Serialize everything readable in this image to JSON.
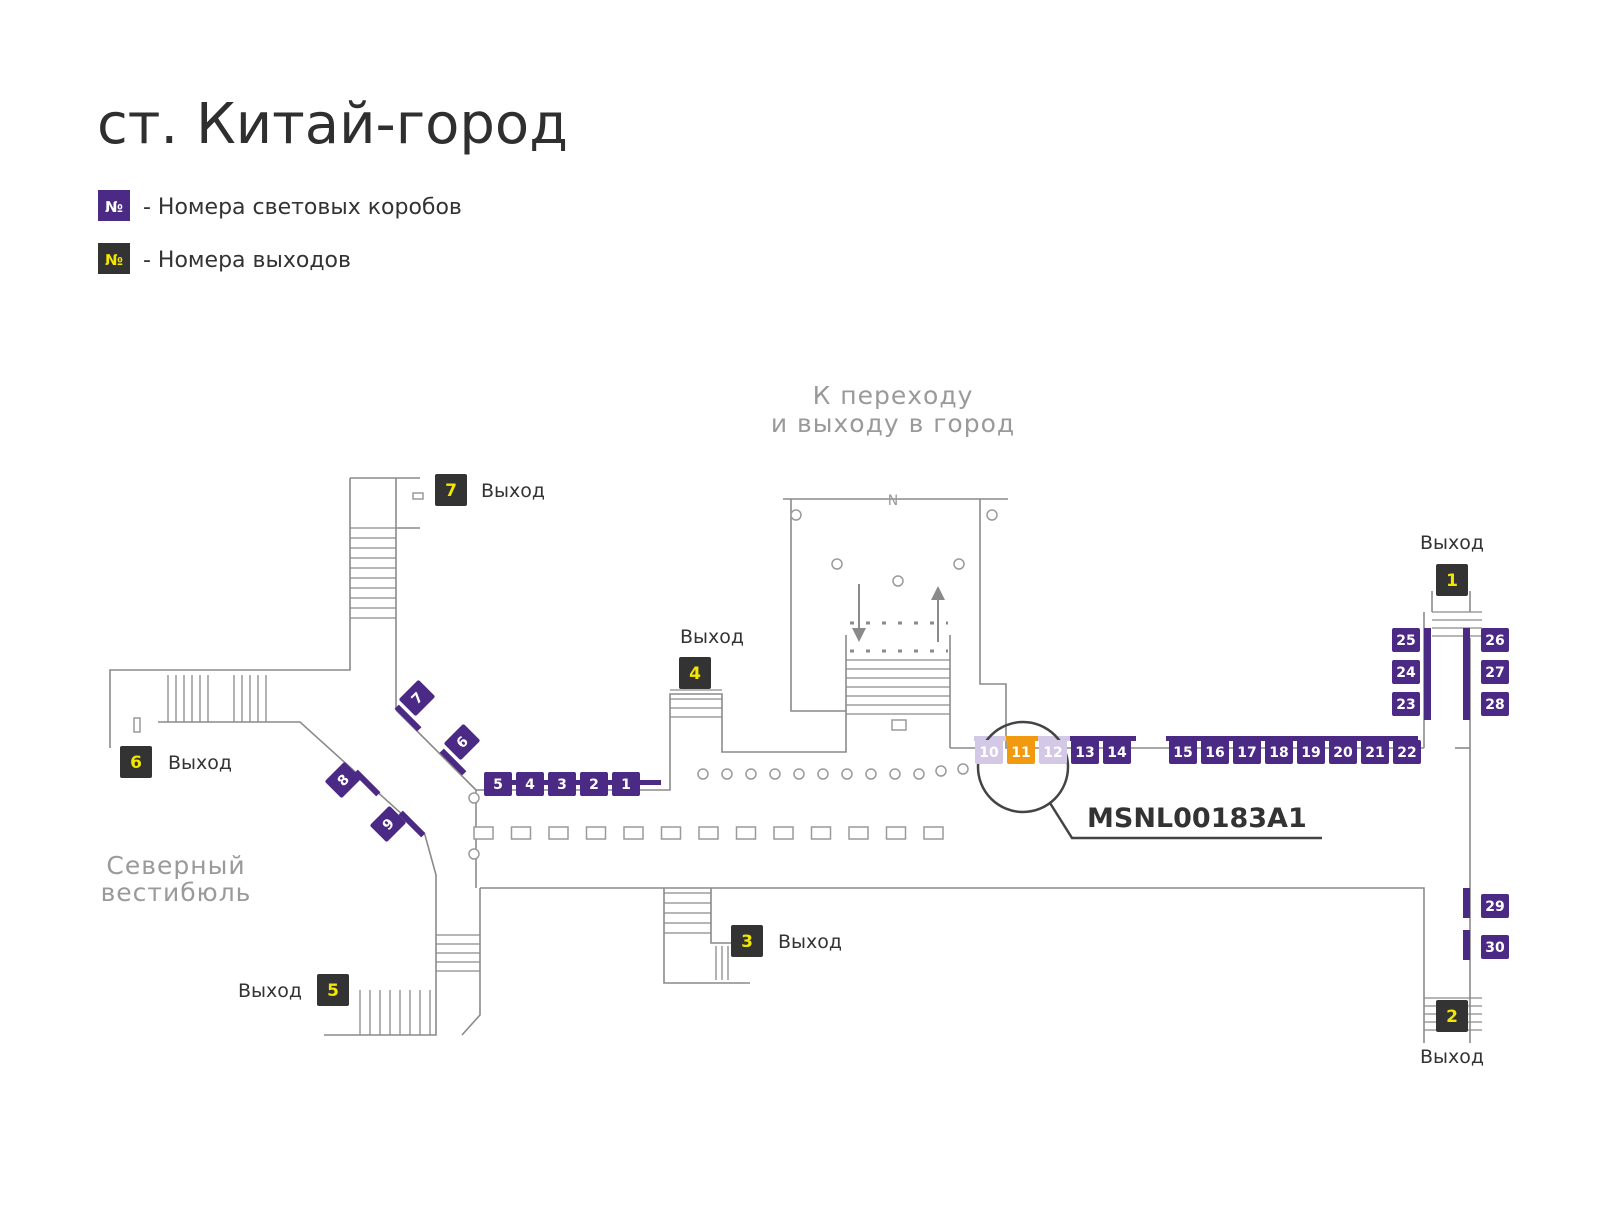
{
  "title": "ст. Китай-город",
  "legend": {
    "symbol": "№",
    "box_label": "- Номера световых коробов",
    "exit_label": "- Номера выходов"
  },
  "zones": {
    "transfer_line1": "К переходу",
    "transfer_line2": "и выходу в город",
    "north_line1": "Северный",
    "north_line2": "вестибюль"
  },
  "compass": "N",
  "exit_word": "Выход",
  "exits": [
    "1",
    "2",
    "3",
    "4",
    "5",
    "6",
    "7"
  ],
  "boxes": [
    "1",
    "2",
    "3",
    "4",
    "5",
    "6",
    "7",
    "8",
    "9",
    "10",
    "11",
    "12",
    "13",
    "14",
    "15",
    "16",
    "17",
    "18",
    "19",
    "20",
    "21",
    "22",
    "23",
    "24",
    "25",
    "26",
    "27",
    "28",
    "29",
    "30"
  ],
  "highlight": {
    "box": "11",
    "code": "MSNL00183A1"
  },
  "colors": {
    "box": "#4b2a86",
    "box_faded": "#d3c8e6",
    "highlight": "#f29a0f",
    "exit": "#333333",
    "exit_text": "#f3e600",
    "walls": "#8a8a8a"
  }
}
